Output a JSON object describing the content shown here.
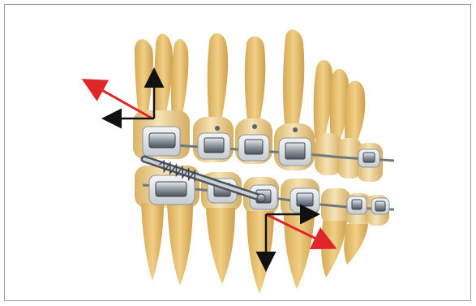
{
  "figure": {
    "subject": "orthodontic-braces-illustration",
    "colors": {
      "tooth_crown": "#efd9a8",
      "tooth_shadow": "#d7b36a",
      "tooth_root": "#e8c176",
      "gum_shadow": "#c9a36a",
      "bracket_metal": "#7f8891",
      "bracket_light": "#c9d0d6",
      "bracket_dark": "#3c434b",
      "wire": "#6f7780",
      "force_arrow_red": "#e0262a",
      "force_arrow_black": "#111111",
      "frame_border": "#9a9a9a"
    },
    "icons": [
      "force-arrow-red",
      "force-arrow-black",
      "bracket",
      "archwire",
      "spring-appliance"
    ]
  }
}
